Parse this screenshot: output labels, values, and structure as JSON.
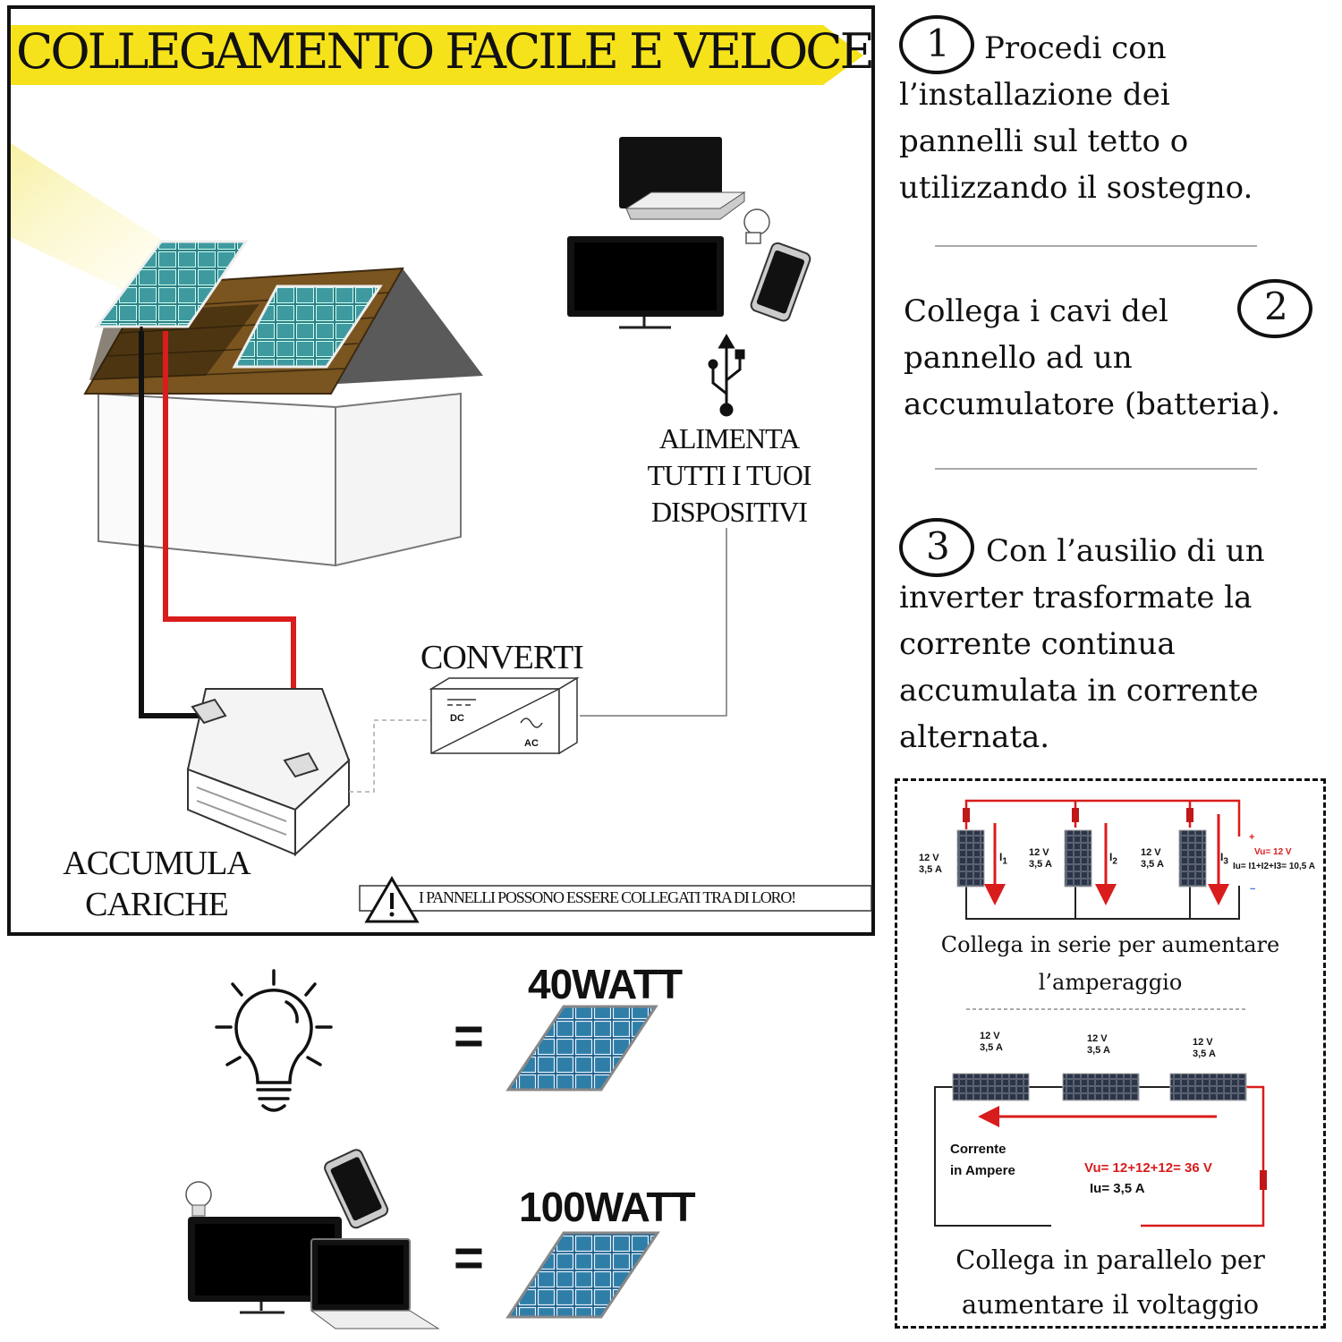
{
  "header": {
    "title": "COLLEGAMENTO FACILE E VELOCE"
  },
  "left_panel": {
    "power_label": [
      "ALIMENTA",
      "TUTTI I TUOI",
      "DISPOSITIVI"
    ],
    "convert_label": "CONVERTI",
    "dc_label": "DC",
    "ac_label": "AC",
    "accumulate_label": [
      "ACCUMULA",
      "CARICHE"
    ],
    "warning": "I PANNELLI POSSONO ESSERE COLLEGATI TRA DI LORO!"
  },
  "steps": [
    {
      "number": "1",
      "lines": [
        "Procedi con",
        "l’installazione dei",
        "pannelli sul tetto o",
        "utilizzando il sostegno."
      ]
    },
    {
      "number": "2",
      "lines": [
        "Collega i cavi del",
        "pannello ad un",
        "accumulatore (batteria)."
      ]
    },
    {
      "number": "3",
      "lines": [
        "Con l’ausilio di un",
        "inverter trasformate la",
        "corrente continua",
        "accumulata in corrente",
        "alternata."
      ]
    }
  ],
  "equivalences": [
    {
      "sign": "=",
      "watt_label": "40WATT"
    },
    {
      "sign": "=",
      "watt_label": "100WATT"
    }
  ],
  "series_diagram": {
    "panels": [
      {
        "voltage": "12 V",
        "current": "3,5 A",
        "current_label": "I",
        "index": "1"
      },
      {
        "voltage": "12 V",
        "current": "3,5 A",
        "current_label": "I",
        "index": "2"
      },
      {
        "voltage": "12 V",
        "current": "3,5 A",
        "current_label": "I",
        "index": "3"
      }
    ],
    "plus_sign": "+",
    "minus_sign": "−",
    "output_voltage": "Vu= 12 V",
    "output_current": "Iu= I1+I2+I3= 10,5 A",
    "caption": [
      "Collega in serie per aumentare",
      "l’amperaggio"
    ]
  },
  "parallel_diagram": {
    "panels": [
      {
        "voltage": "12 V",
        "current": "3,5 A"
      },
      {
        "voltage": "12 V",
        "current": "3,5 A"
      },
      {
        "voltage": "12 V",
        "current": "3,5 A"
      }
    ],
    "current_label": [
      "Corrente",
      "in Ampere"
    ],
    "output_voltage": "Vu= 12+12+12= 36 V",
    "output_current": "Iu= 3,5 A",
    "caption": [
      "Collega in parallelo per",
      "aumentare il voltaggio"
    ]
  },
  "colors": {
    "accent_yellow": "#f6e21a",
    "wire_red": "#d91c1c",
    "panel_blue": "#2f7ea8",
    "panel_dark": "#1f5f63"
  }
}
